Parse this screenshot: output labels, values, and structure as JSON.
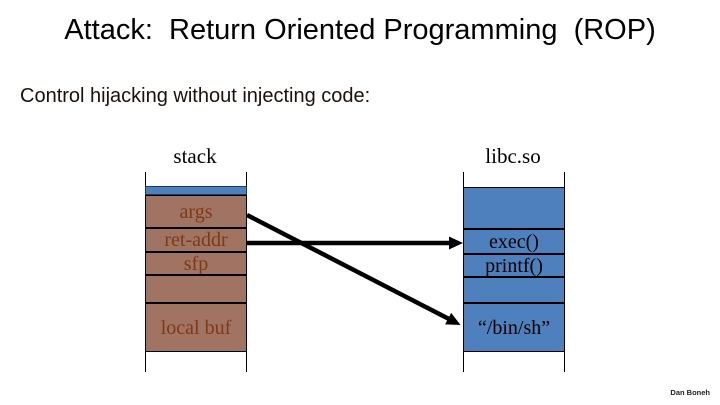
{
  "slide": {
    "title": "Attack:  Return Oriented Programming  (ROP)",
    "subtitle": "Control hijacking without injecting code:",
    "credit": "Dan Boneh"
  },
  "diagram": {
    "stack": {
      "label": "stack",
      "cells": [
        {
          "id": "top-of-stack-strip",
          "text": ""
        },
        {
          "id": "args",
          "text": "args"
        },
        {
          "id": "ret-addr",
          "text": "ret-addr"
        },
        {
          "id": "sfp",
          "text": "sfp"
        },
        {
          "id": "empty",
          "text": ""
        },
        {
          "id": "local-buf",
          "text": "local buf"
        }
      ]
    },
    "libc": {
      "label": "libc.so",
      "cells": [
        {
          "id": "empty-top",
          "text": ""
        },
        {
          "id": "exec",
          "text": "exec()"
        },
        {
          "id": "printf",
          "text": "printf()"
        },
        {
          "id": "empty-mid",
          "text": ""
        },
        {
          "id": "bin-sh",
          "text": "“/bin/sh”"
        }
      ]
    },
    "arrows": [
      {
        "from": "ret-addr",
        "to": "exec()"
      },
      {
        "from": "args",
        "to": "“/bin/sh”"
      }
    ],
    "colors": {
      "stack_fill": "#a17363",
      "stack_text": "#7e3a17",
      "libc_fill": "#4e80be",
      "border": "#000000",
      "arrow": "#000000",
      "title_text": "#000000"
    }
  }
}
